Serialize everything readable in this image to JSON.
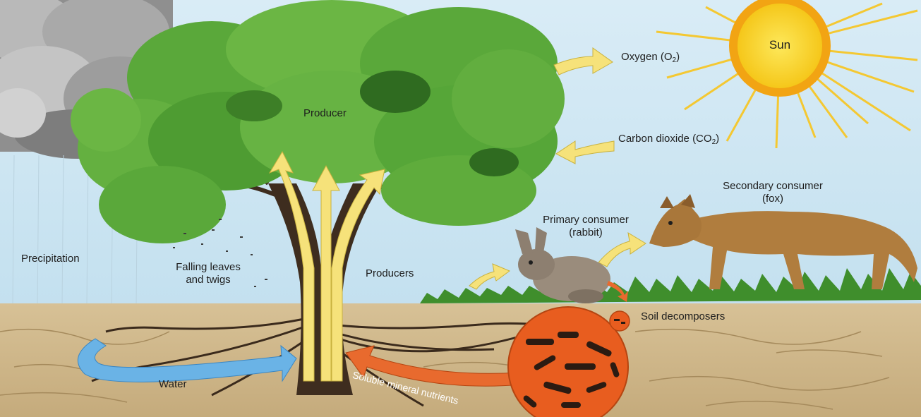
{
  "labels": {
    "sun": "Sun",
    "oxygen": "Oxygen (O",
    "oxygen_sub": "2",
    "carbon_dioxide": "Carbon dioxide (CO",
    "carbon_dioxide_sub": "2",
    "producer": "Producer",
    "secondary_consumer": "Secondary consumer",
    "secondary_consumer_note": "(fox)",
    "primary_consumer": "Primary consumer",
    "primary_consumer_note": "(rabbit)",
    "precipitation": "Precipitation",
    "falling_leaves_line1": "Falling leaves",
    "falling_leaves_line2": "and twigs",
    "producers": "Producers",
    "soil_decomposers": "Soil decomposers",
    "water": "Water",
    "soluble_mineral_nutrients": "Soluble mineral nutrients"
  },
  "colors": {
    "sky": "#cfe6f2",
    "soil": "#cdb588",
    "foliage": "#5fae3e",
    "sun": "#f7d21e",
    "yellow_arrow": "#f6e27a",
    "water_arrow": "#6ab3e6",
    "nutrient_arrow": "#e86a2e",
    "decomposer_circle": "#e85d1f"
  }
}
